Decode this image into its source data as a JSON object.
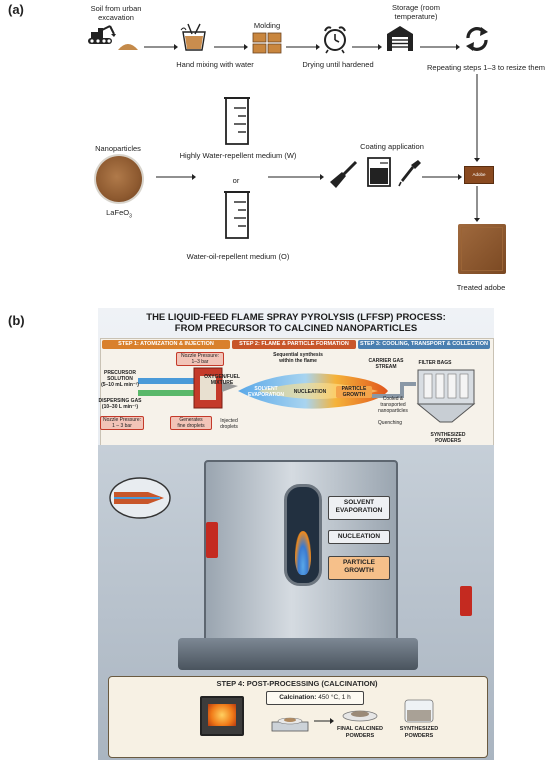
{
  "panel_a": {
    "label": "(a)",
    "soil": "Soil from urban\nexcavation",
    "hand_mixing": "Hand mixing with water",
    "molding": "Molding",
    "drying": "Drying until hardened",
    "storage": "Storage (room\ntemperature)",
    "repeating": "Repeating steps  1–3 to resize them",
    "nanoparticles": "Nanoparticles",
    "lafeo3": "LaFeO",
    "lafeo3_sub": "3",
    "medium_w": "Highly Water-repellent medium (W)",
    "or": "or",
    "medium_o": "Water-oil-repellent medium (O)",
    "coating": "Coating application",
    "adobe_brick": "Adobe",
    "treated": "Treated adobe"
  },
  "panel_b": {
    "label": "(b)",
    "title_line1": "THE LIQUID-FEED FLAME SPRAY PYROLYSIS (LFFSP) PROCESS:",
    "title_line2": "FROM PRECURSOR TO CALCINED NANOPARTICLES",
    "step1": "STEP 1: ATOMIZATION & INJECTION",
    "step2": "STEP 2: FLAME & PARTICLE FORMATION",
    "step3": "STEP 3: COOLING, TRANSPORT & COLLECTION",
    "nozzle_pressure_top": "Nozzle Pressure:\n1–3 bar",
    "oxygen_fuel": "OXYGEN/FUEL\nMIXTURE",
    "precursor": "PRECURSOR\nSOLUTION\n(5–10 mL min⁻¹)",
    "dispersing": "DISPERSING GAS\n(10–30 L min⁻¹)",
    "nozzle_pressure_bottom": "Nozzle Pressure:\n1 – 3 bar",
    "generates": "Generates\nfine droplets",
    "injected": "Injected\ndroplets",
    "sequential": "Sequential synthesis\nwithin the flame",
    "solvent_evap_flow": "SOLVENT\nEVAPORATION",
    "nucleation_flow": "NUCLEATION",
    "particle_growth_flow": "PARTICLE\nGROWTH",
    "carrier_gas": "CARRIER GAS\nSTREAM",
    "filter_bags": "FILTER BAGS",
    "cooled": "Cooled &\ntransported\nnanoparticles",
    "quenching": "Quenching",
    "synthesized_top": "SYNTHESIZED\nPOWDERS",
    "solvent_evap": "SOLVENT\nEVAPORATION",
    "nucleation": "NUCLEATION",
    "particle_growth": "PARTICLE\nGROWTH",
    "step4": "STEP 4: POST-PROCESSING (CALCINATION)",
    "calcination": "Calcination:",
    "calcination_value": "450 °C, 1 h",
    "final_calcined": "FINAL CALCINED\nPOWDERS",
    "synthesized_bottom": "SYNTHESIZED\nPOWDERS"
  },
  "colors": {
    "step1_bar": "#d9802c",
    "step2_bar": "#c8562a",
    "step3_bar": "#4a7fb0",
    "arrow": "#222222",
    "adobe_brown": "#8a4a20",
    "flame_orange": "#f08a1c",
    "flame_blue": "#5aa8e8",
    "step4_bar": "#c98a2e"
  }
}
